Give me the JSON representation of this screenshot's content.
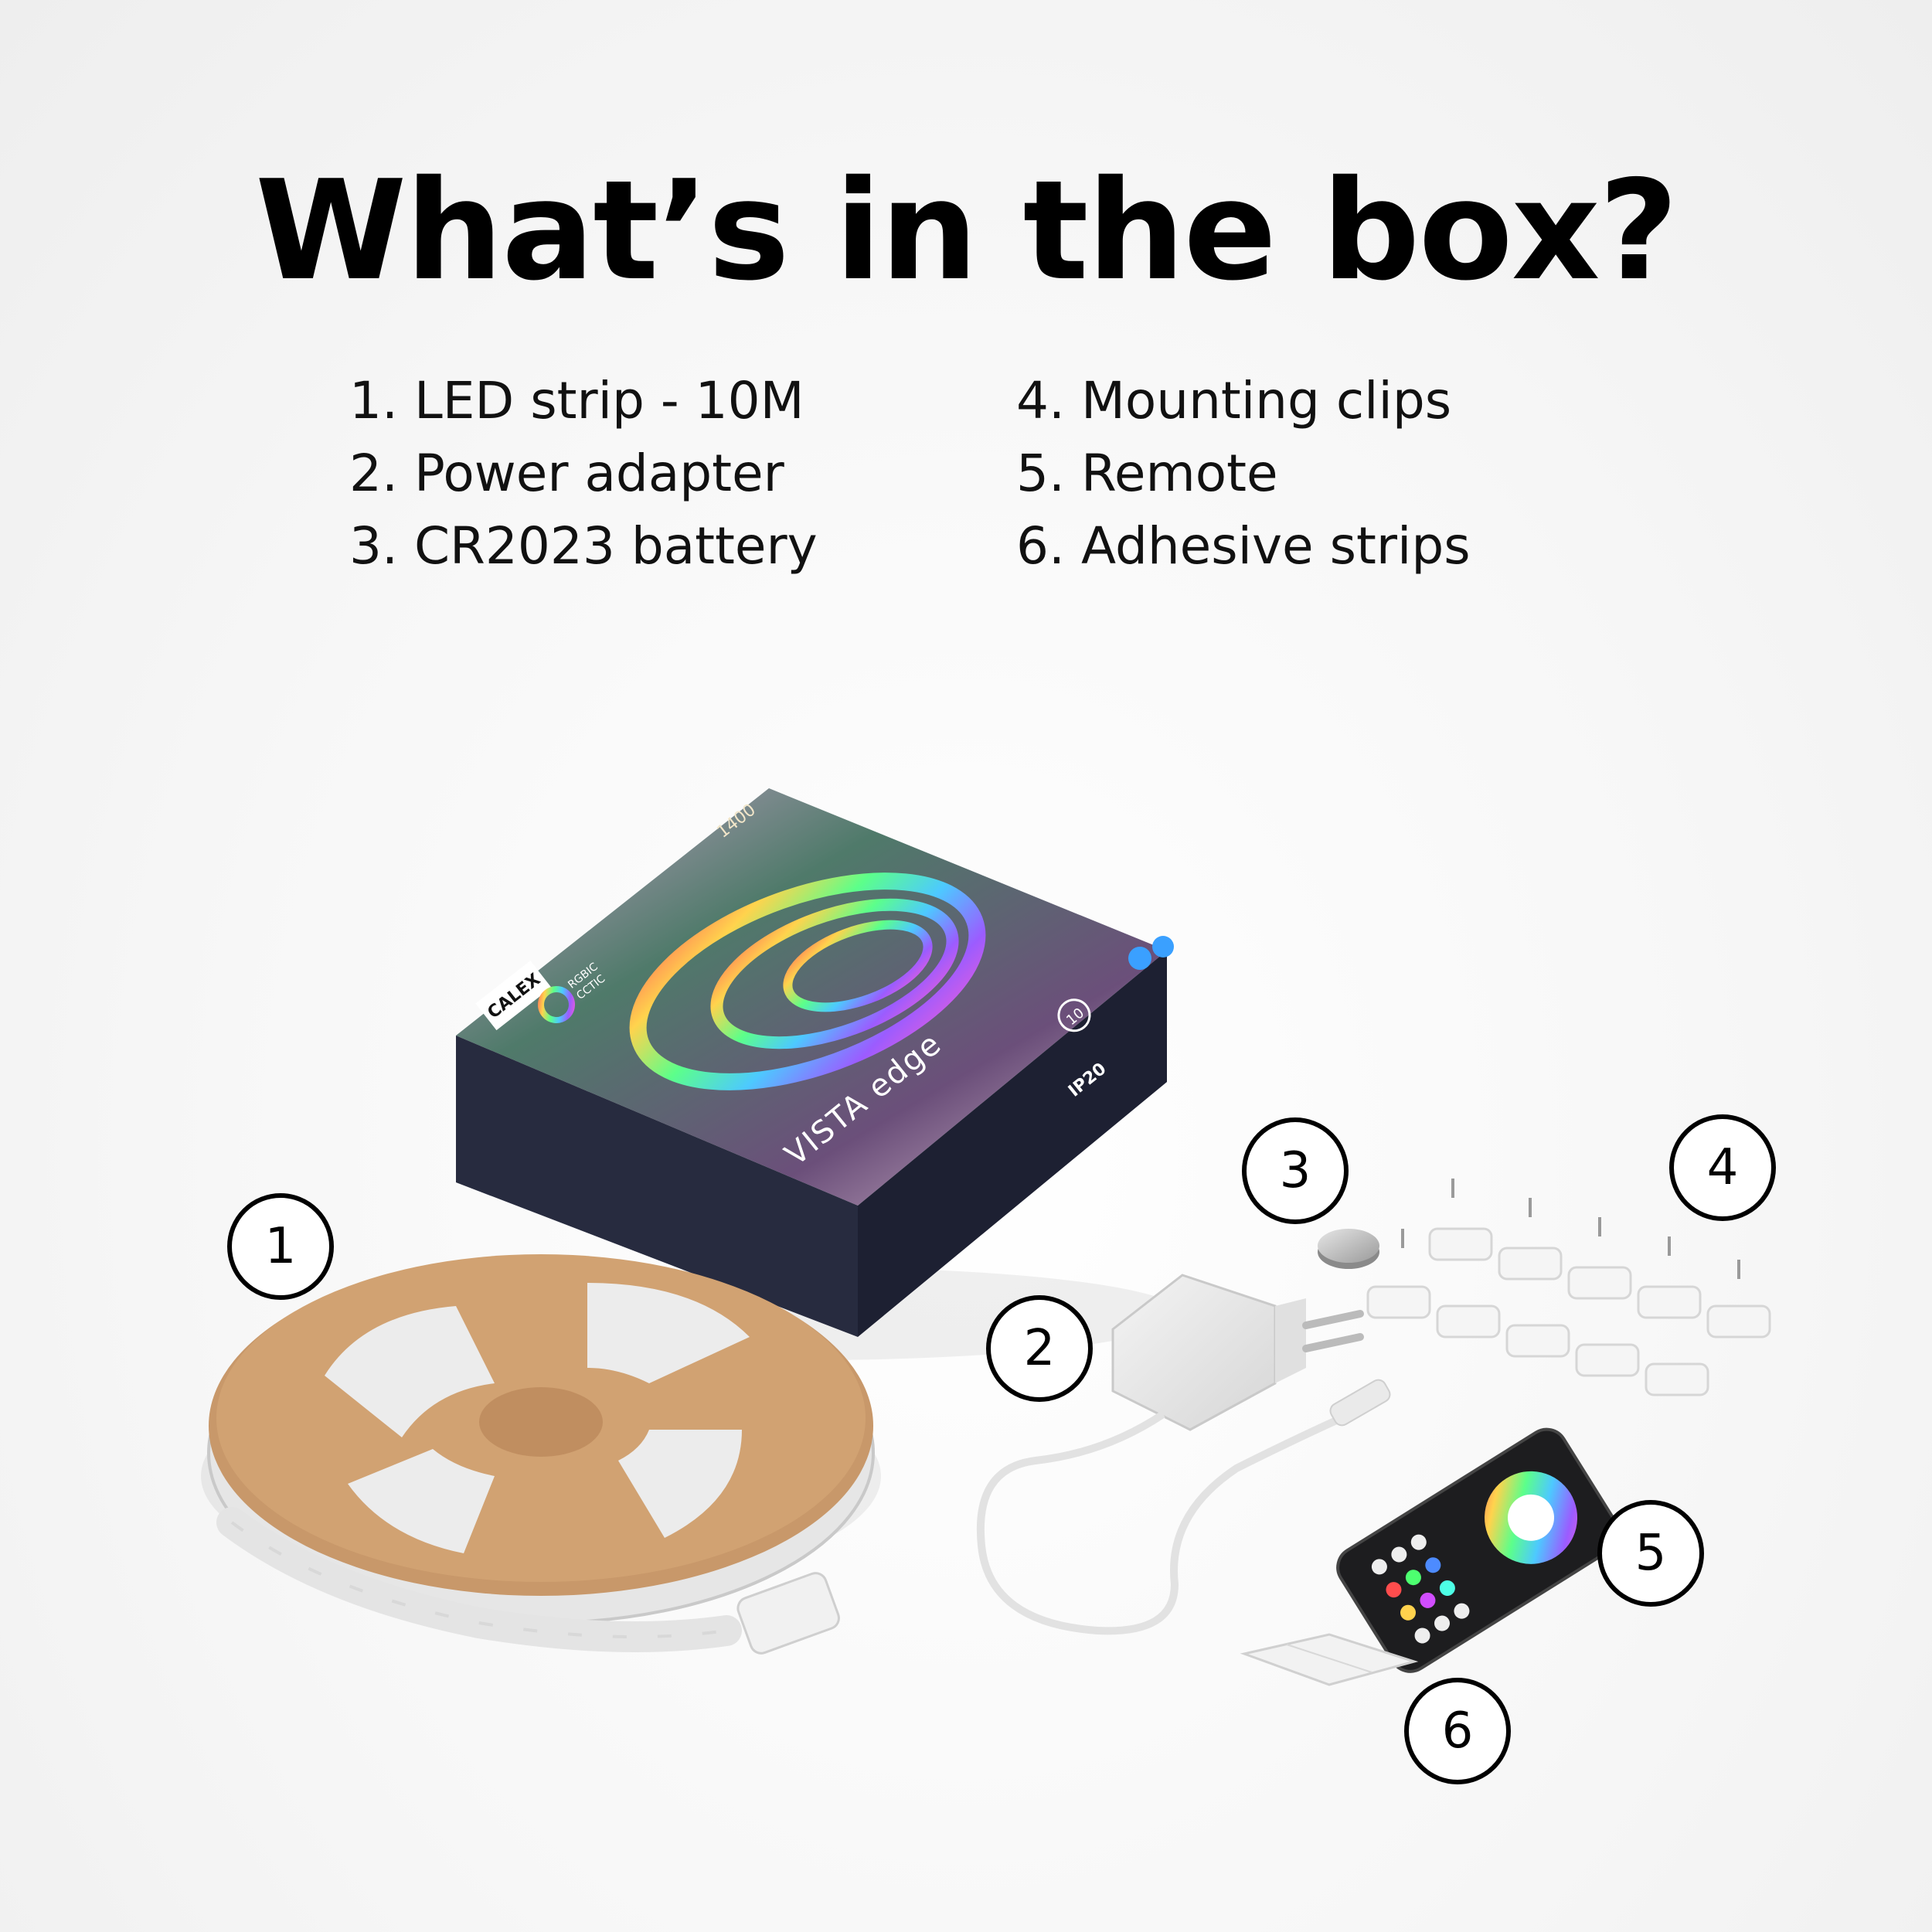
{
  "title": "What’s in the box?",
  "items_left": [
    "1. LED strip - 10M",
    "2. Power adapter",
    "3. CR2023 battery"
  ],
  "items_right": [
    "4. Mounting clips",
    "5. Remote",
    "6. Adhesive strips"
  ],
  "badges": [
    "1",
    "2",
    "3",
    "4",
    "5",
    "6"
  ],
  "box": {
    "brand": "CALEX",
    "product": "VISTA edge",
    "count": "1400",
    "ip_rating": "IP20",
    "lengths": "10",
    "color_modes_1": "RGBIC",
    "color_modes_2": "CCTIC"
  },
  "colors": {
    "box_dark": "#262a3e",
    "reel_cardboard": "#c8986a",
    "strip_white": "#e8e8e8",
    "accent_black": "#000000"
  }
}
